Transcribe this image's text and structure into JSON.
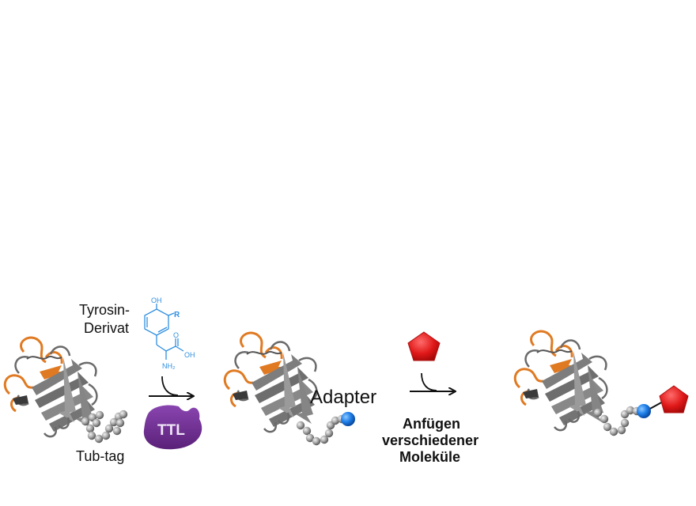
{
  "labels": {
    "tyrosin_line1": "Tyrosin-",
    "tyrosin_line2": "Derivat",
    "tub_tag": "Tub-tag",
    "adapter": "Adapter",
    "attach_line1": "Anfügen",
    "attach_line2": "verschiedener",
    "attach_line3": "Moleküle"
  },
  "enzyme": {
    "label": "TTL",
    "color": "#6b2d8e"
  },
  "structure": {
    "oh": "OH",
    "r": "R",
    "oh_acid": "OH",
    "o": "O",
    "nh2": "NH₂",
    "color": "#2f8fe0"
  },
  "colors": {
    "protein": "#7a7a7a",
    "loops": "#e07a22",
    "bead": "#a8a8a8",
    "adapter": "#1f7fe8",
    "molecule": "#e01818"
  },
  "icons": {
    "protein": "protein-ribbon-icon",
    "adapter": "blue-sphere-icon",
    "molecule": "red-pentagon-icon"
  }
}
